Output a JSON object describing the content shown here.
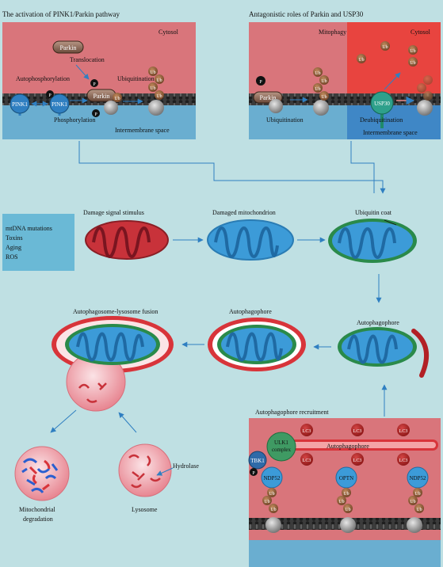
{
  "panels": {
    "pink1": {
      "title": "The activation of PINK1/Parkin pathway",
      "cytosol": "Cytosol",
      "parkin_top": "Parkin",
      "translocation": "Translocation",
      "autophosphorylation": "Autophosphorylation",
      "ubiquitination": "Ubiquitination",
      "pink1_left": "PINK1",
      "pink1_right": "PINK1",
      "parkin_bound": "Parkin",
      "p": "P",
      "ub": "Ub",
      "phosphorylation": "Phosphorylation",
      "ims": "Intermembrane space"
    },
    "usp30": {
      "title": "Antagonistic roles of Parkin and USP30",
      "mitophagy": "Mitophagy",
      "cytosol": "Cytosol",
      "parkin": "Parkin",
      "usp30": "USP30",
      "ubiquitination": "Ubiquitination",
      "deubiquitination": "Deubiquitination",
      "ims": "Intermembrane space"
    },
    "flow": {
      "stimuli": [
        "mtDNA mutations",
        "Toxins",
        "Aging",
        "ROS"
      ],
      "damage_signal": "Damage signal stimulus",
      "damaged_mito": "Damaged mitochondrion",
      "ub_coat": "Ubiquitin coat",
      "autophagophore_right": "Autophagophore",
      "autophagophore_mid": "Autophagophore",
      "fusion": "Autophagosome-lysosome fusion",
      "hydrolase": "Hydrolase",
      "lysosome": "Lysosome",
      "degradation_line1": "Mitochondrial",
      "degradation_line2": "degradation"
    },
    "recruit": {
      "title": "Autophagophore recruitment",
      "lc3": "LC3",
      "ulk1_line1": "ULK1",
      "ulk1_line2": "complex",
      "autophagophore": "Autophagophore",
      "tbk1": "TBK1",
      "ndp52": "NDP52",
      "optn": "OPTN"
    }
  },
  "colors": {
    "background": "#bfe0e3",
    "cytosol_pink": "#d9757b",
    "cytosol_red": "#e8443f",
    "ims_blue": "#6aaed0",
    "arrow_blue": "#2f7fc1",
    "mito_blue": "#3c9bd8",
    "ub_brown": "#8a5a3b",
    "damaged_red": "#c8323a"
  }
}
